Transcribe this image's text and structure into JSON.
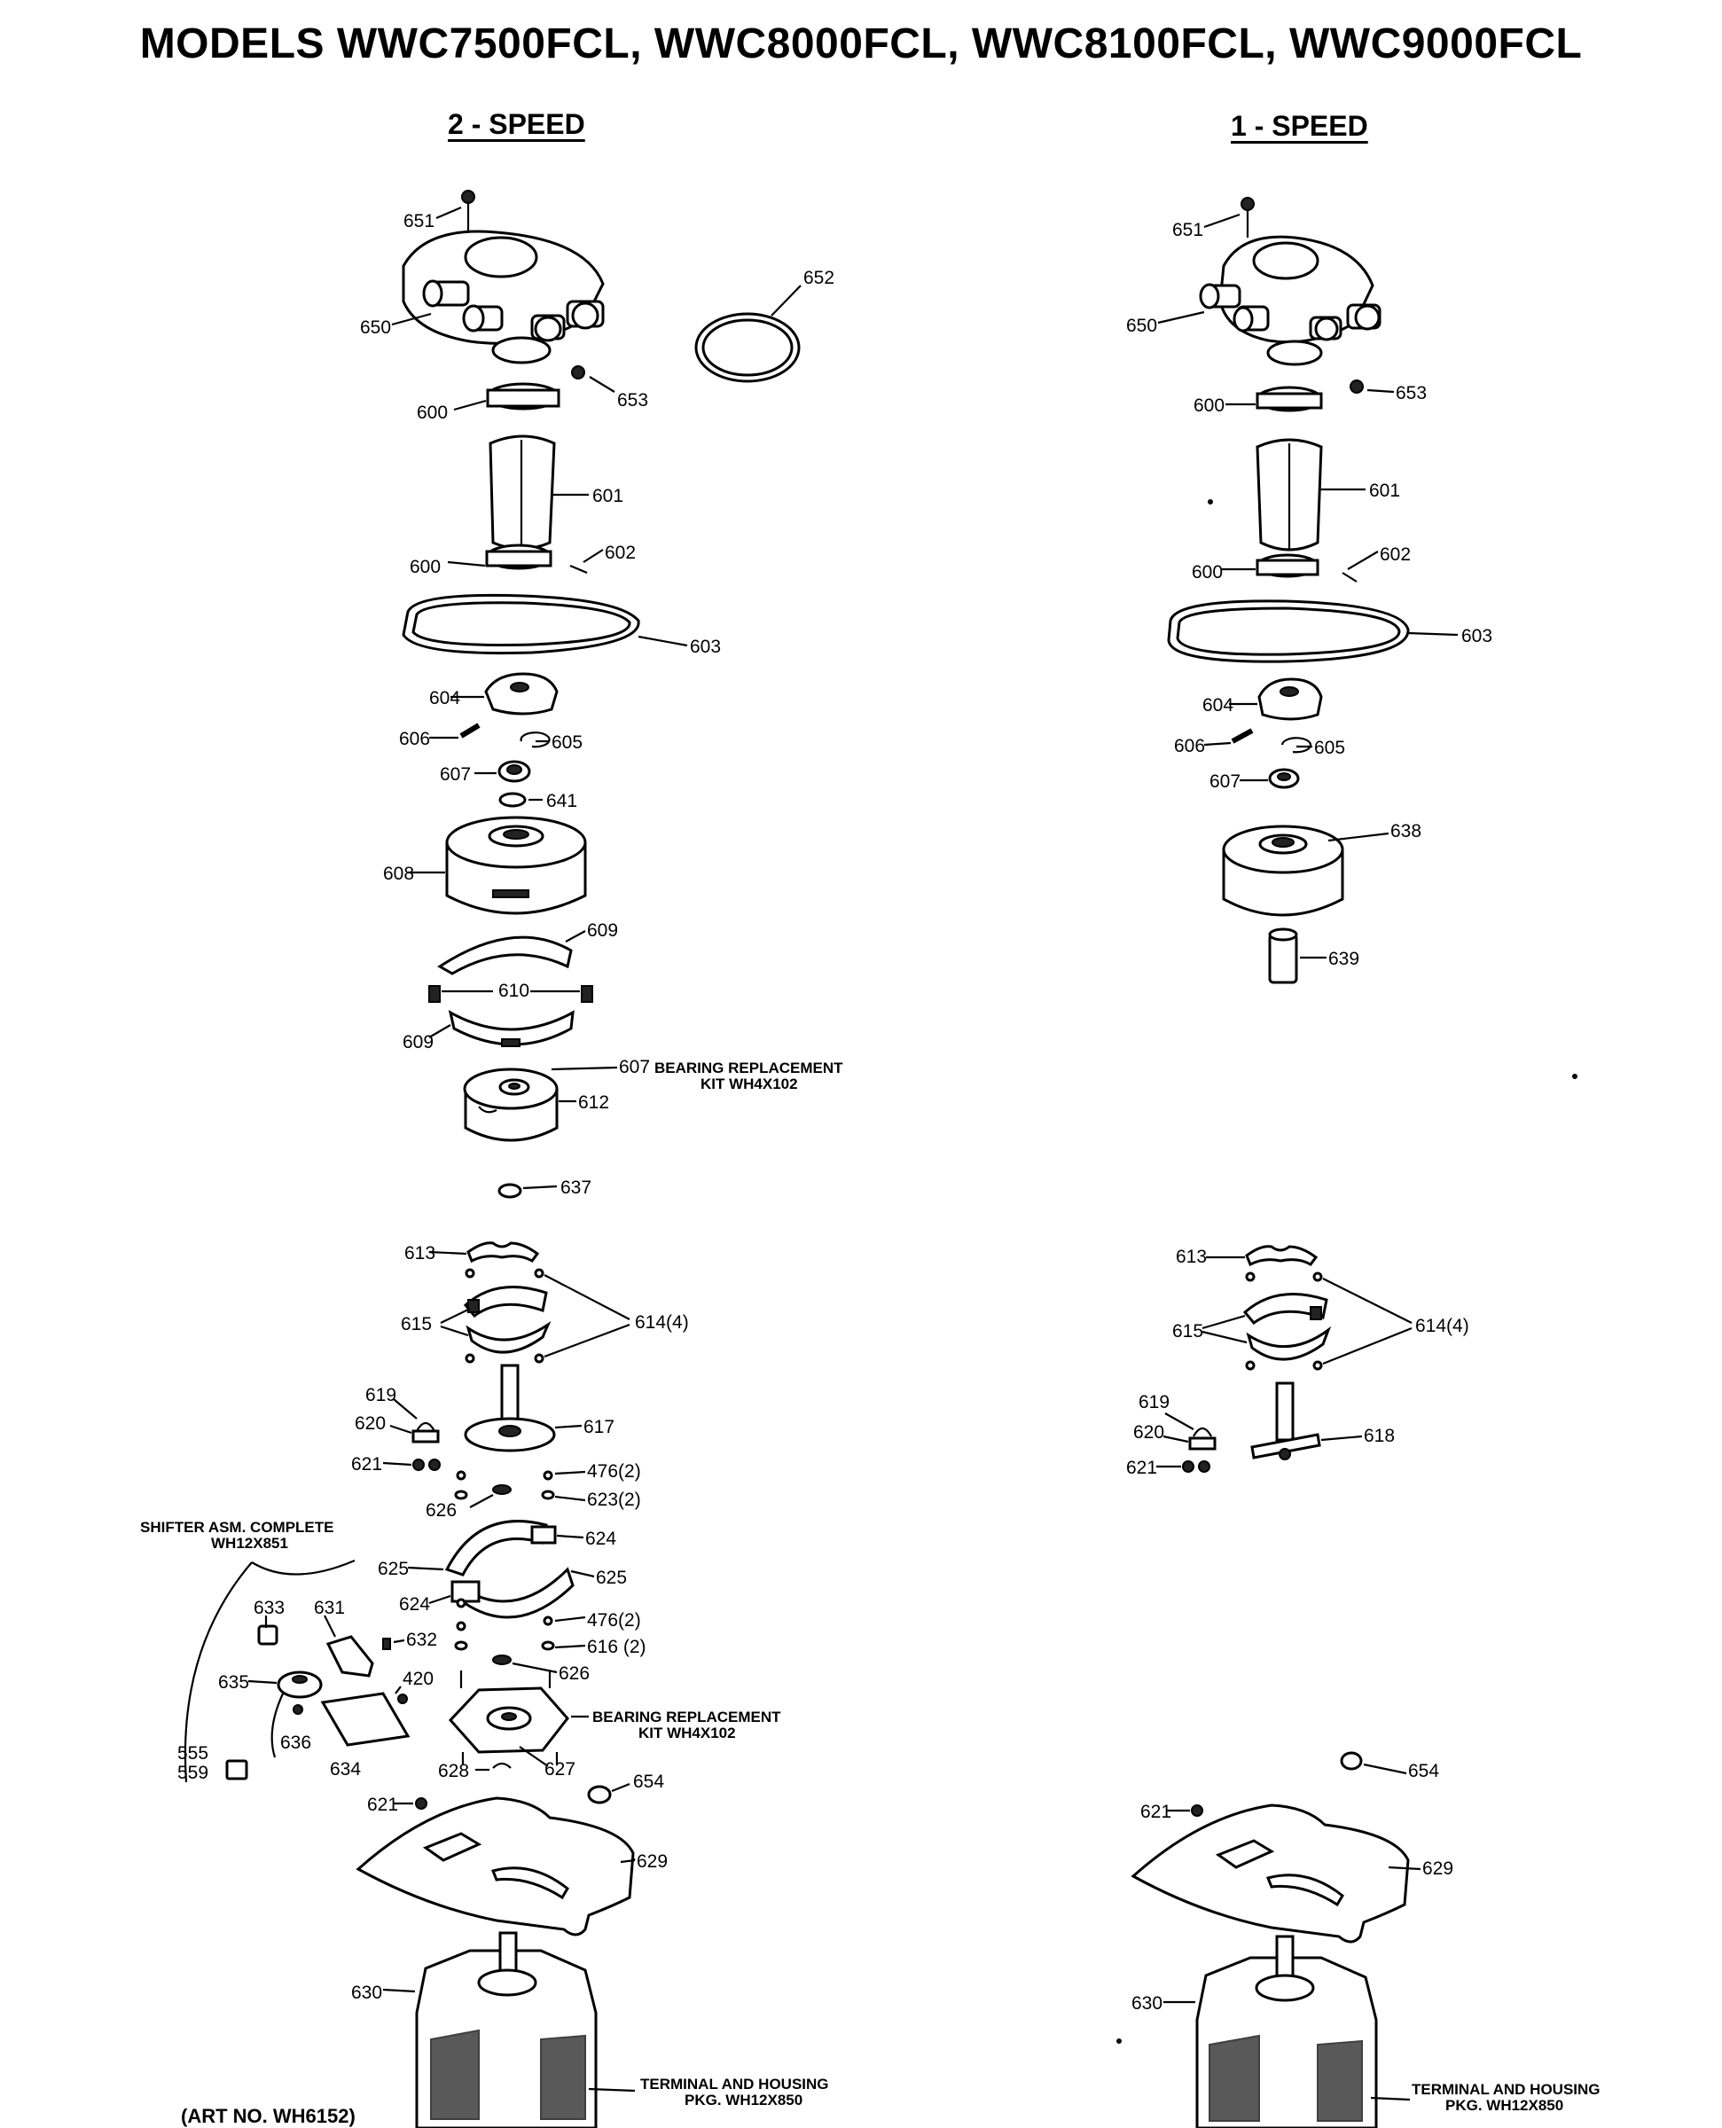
{
  "title": "MODELS WWC7500FCL, WWC8000FCL, WWC8100FCL, WWC9000FCL",
  "left_heading": "2 - SPEED",
  "right_heading": "1 - SPEED",
  "left_labels": {
    "l651": "651",
    "l650": "650",
    "l652": "652",
    "l653": "653",
    "l600a": "600",
    "l601": "601",
    "l600b": "600",
    "l602": "602",
    "l603": "603",
    "l604": "604",
    "l606": "606",
    "l605": "605",
    "l607": "607",
    "l641": "641",
    "l608": "608",
    "l609a": "609",
    "l610": "610",
    "l609b": "609",
    "l607b": "607",
    "l612": "612",
    "l637": "637",
    "l613": "613",
    "l615": "615",
    "l614": "614(4)",
    "l619": "619",
    "l620": "620",
    "l617": "617",
    "l621a": "621",
    "l476a": "476(2)",
    "l623": "623(2)",
    "l626a": "626",
    "l624a": "624",
    "l625a": "625",
    "l625b": "625",
    "l624b": "624",
    "l633": "633",
    "l631": "631",
    "l632": "632",
    "l476b": "476(2)",
    "l616": "616 (2)",
    "l626b": "626",
    "l635": "635",
    "l420": "420",
    "l636": "636",
    "l555": "555",
    "l559": "559",
    "l634": "634",
    "l628": "628",
    "l627": "627",
    "l654": "654",
    "l621b": "621",
    "l629": "629",
    "l630": "630"
  },
  "right_labels": {
    "r651": "651",
    "r650": "650",
    "r653": "653",
    "r600a": "600",
    "r601": "601",
    "r600b": "600",
    "r602": "602",
    "r603": "603",
    "r604": "604",
    "r606": "606",
    "r605": "605",
    "r607": "607",
    "r638": "638",
    "r639": "639",
    "r613": "613",
    "r615": "615",
    "r614": "614(4)",
    "r619": "619",
    "r620": "620",
    "r618": "618",
    "r621a": "621",
    "r654": "654",
    "r621b": "621",
    "r629": "629",
    "r630": "630"
  },
  "notes": {
    "bearing1_l1": "BEARING REPLACEMENT",
    "bearing1_l2": "KIT WH4X102",
    "bearing2_l1": "BEARING REPLACEMENT",
    "bearing2_l2": "KIT WH4X102",
    "shifter_l1": "SHIFTER ASM. COMPLETE",
    "shifter_l2": "WH12X851",
    "terminal_left_l1": "TERMINAL AND HOUSING",
    "terminal_left_l2": "PKG. WH12X850",
    "terminal_right_l1": "TERMINAL AND HOUSING",
    "terminal_right_l2": "PKG. WH12X850",
    "art_no": "(ART NO. WH6152)"
  }
}
